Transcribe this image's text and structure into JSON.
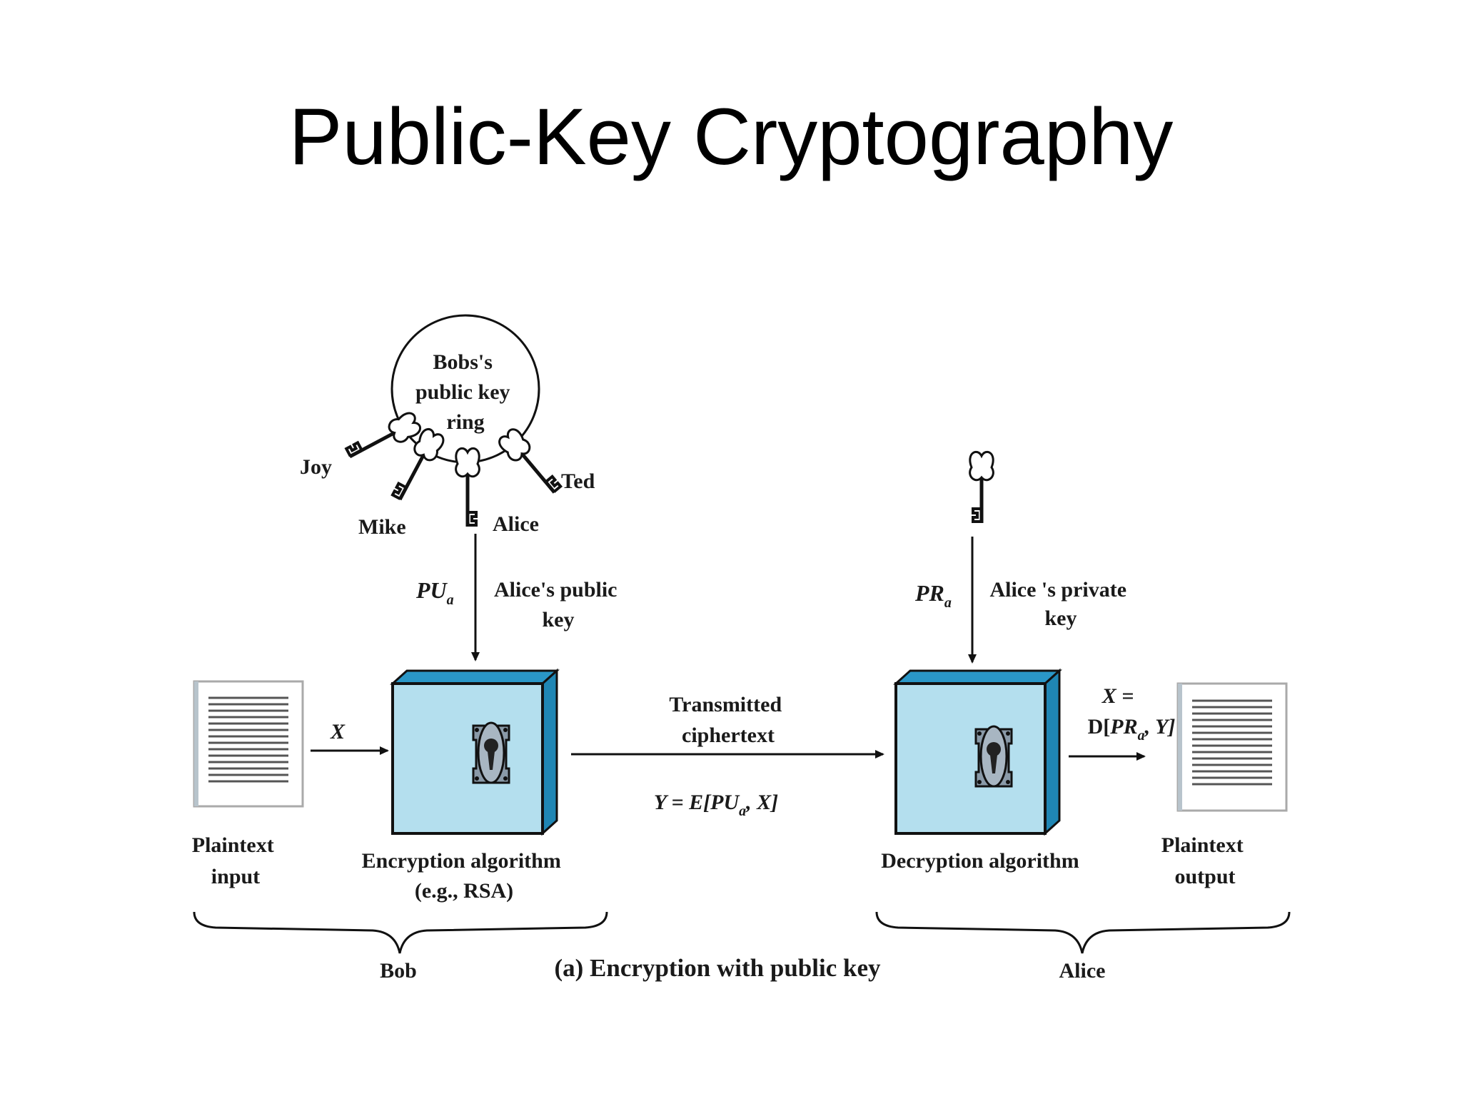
{
  "title": "Public-Key Cryptography",
  "key_ring": {
    "label_lines": [
      "Bobs's",
      "public key",
      "ring"
    ],
    "keys": [
      "Joy",
      "Mike",
      "Alice",
      "Ted"
    ]
  },
  "public_key": {
    "symbol": "PU",
    "subscript": "a",
    "label_lines": [
      "Alice's public",
      "key"
    ]
  },
  "private_key": {
    "symbol": "PR",
    "subscript": "a",
    "label_lines": [
      "Alice 's private",
      "key"
    ]
  },
  "plaintext_input": {
    "label_lines": [
      "Plaintext",
      "input"
    ],
    "var": "X"
  },
  "encryption": {
    "label_lines": [
      "Encryption algorithm",
      "(e.g., RSA)"
    ]
  },
  "transmission": {
    "label_lines": [
      "Transmitted",
      "ciphertext"
    ],
    "formula": {
      "a": "Y = E[",
      "sym": "PU",
      "sub": "a",
      "b": ", X]"
    }
  },
  "decryption": {
    "label": "Decryption algorithm"
  },
  "output_formula": {
    "line1": "X =",
    "a": "D[",
    "sym": "PR",
    "sub": "a",
    "b": ", Y]"
  },
  "plaintext_output": {
    "label_lines": [
      "Plaintext",
      "output"
    ]
  },
  "groups": {
    "left": "Bob",
    "right": "Alice"
  },
  "caption": "(a) Encryption with public key",
  "colors": {
    "box_face": "#b4dfee",
    "box_side": "#1f86b4",
    "box_top": "#2a97c7",
    "lock": "#8a9aa8"
  }
}
